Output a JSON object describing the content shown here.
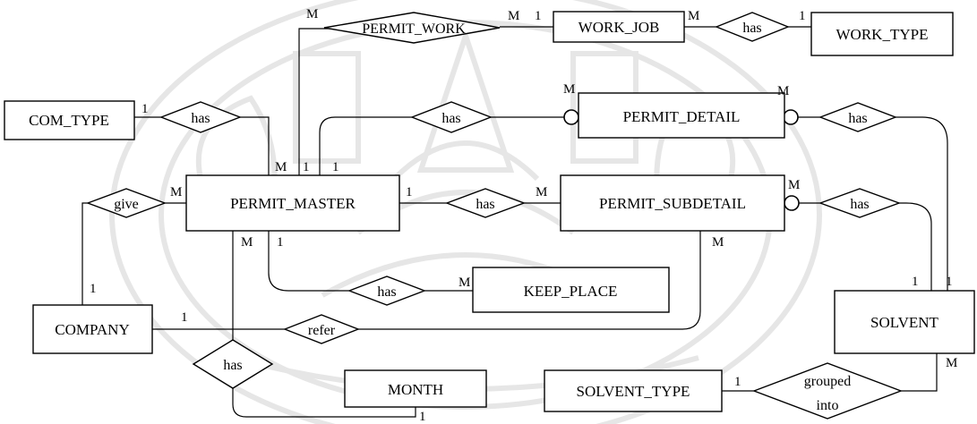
{
  "entities": {
    "work_job": "WORK_JOB",
    "work_type": "WORK_TYPE",
    "com_type": "COM_TYPE",
    "permit_detail": "PERMIT_DETAIL",
    "permit_master": "PERMIT_MASTER",
    "permit_subdetail": "PERMIT_SUBDETAIL",
    "keep_place": "KEEP_PLACE",
    "company": "COMPANY",
    "solvent": "SOLVENT",
    "month": "MONTH",
    "solvent_type": "SOLVENT_TYPE"
  },
  "relationships": {
    "permit_work": "PERMIT_WORK",
    "has_work_type": "has",
    "has_com_type": "has",
    "has_permit_detail": "has",
    "has_solvent_detail": "has",
    "give": "give",
    "has_subdetail": "has",
    "has_solvent_sub": "has",
    "has_keep_place": "has",
    "refer": "refer",
    "has_month": "has",
    "grouped_into_line1": "grouped",
    "grouped_into_line2": "into"
  },
  "cardinalities": {
    "pw_master": "M",
    "pw_left": "M",
    "pw_work_job": "1",
    "wj_right": "M",
    "work_type": "1",
    "com_type": "1",
    "pm_top_m": "M",
    "pm_top_1a": "1",
    "pm_top_1b": "1",
    "pd_left": "M",
    "pd_right": "M",
    "pm_give": "M",
    "company_give": "1",
    "pm_right": "1",
    "ps_left": "M",
    "ps_right": "M",
    "pm_bottom_m": "M",
    "pm_bottom_1": "1",
    "keep_place": "M",
    "ps_bottom": "M",
    "company_refer": "1",
    "solvent_1a": "1",
    "solvent_1b": "1",
    "solvent_m": "M",
    "month": "1",
    "solvent_type": "1"
  }
}
